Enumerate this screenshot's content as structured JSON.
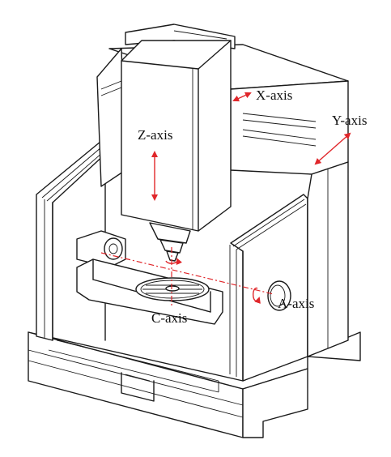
{
  "labels": {
    "x_axis": "X-axis",
    "y_axis": "Y-axis",
    "z_axis": "Z-axis",
    "a_axis": "A-axis",
    "c_axis": "C-axis"
  },
  "colors": {
    "line": "#1a1a1a",
    "axis_arrow": "#e0262a",
    "background": "#ffffff"
  }
}
